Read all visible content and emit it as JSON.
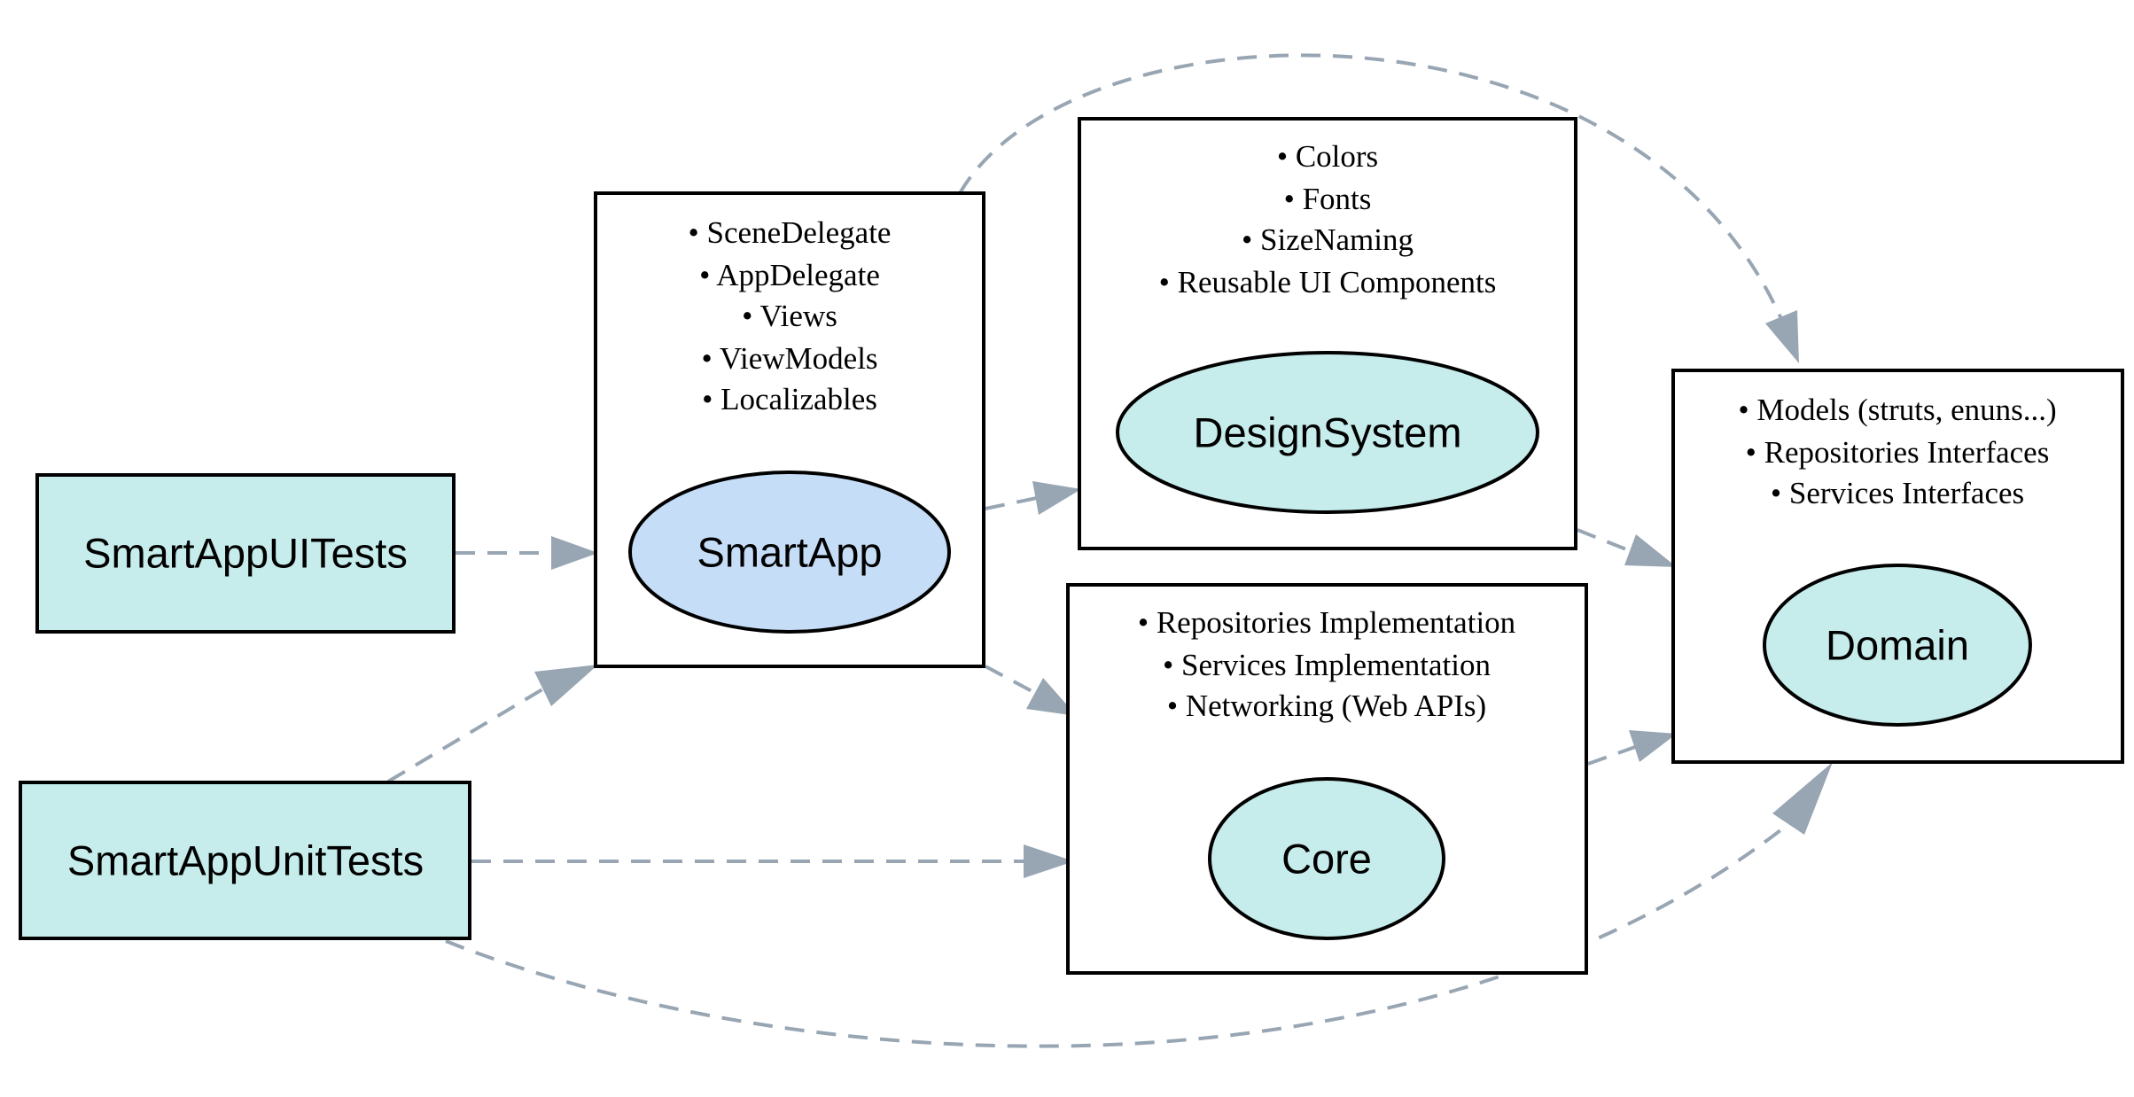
{
  "diagram": {
    "tests": {
      "ui_tests": "SmartAppUITests",
      "unit_tests": "SmartAppUnitTests"
    },
    "modules": {
      "smartapp": {
        "label": "SmartApp",
        "bullets": [
          "• SceneDelegate",
          "• AppDelegate",
          "• Views",
          "• ViewModels",
          "• Localizables"
        ]
      },
      "designsystem": {
        "label": "DesignSystem",
        "bullets": [
          "• Colors",
          "• Fonts",
          "• SizeNaming",
          "• Reusable UI Components"
        ]
      },
      "core": {
        "label": "Core",
        "bullets": [
          "• Repositories Implementation",
          "• Services Implementation",
          "• Networking (Web APIs)"
        ]
      },
      "domain": {
        "label": "Domain",
        "bullets": [
          "• Models (struts, enuns...)",
          "• Repositories Interfaces",
          "• Services Interfaces"
        ]
      }
    },
    "colors": {
      "app_fill": "#c5ddf6",
      "module_fill": "#c6ecec",
      "edge": "#98a6b3"
    }
  }
}
